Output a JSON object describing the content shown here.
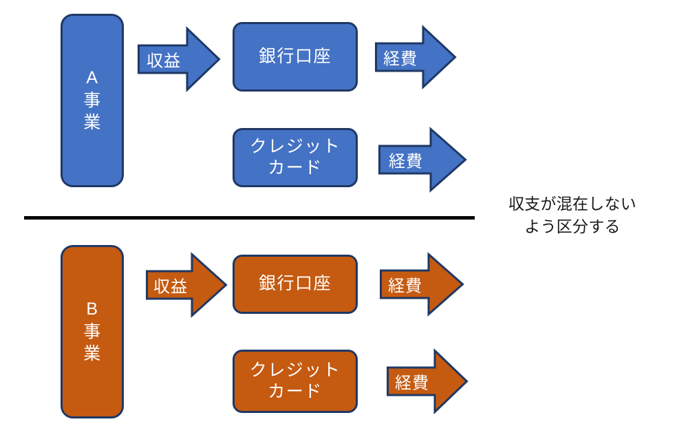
{
  "diagram": {
    "note": "収支が混在しない\nよう区分する",
    "divider_label": "section-divider",
    "sections": [
      {
        "id": "section-a",
        "color": "#4472C4",
        "border_color": "#1F3864",
        "business_box": "A\n事\n業",
        "revenue_arrow": "収益",
        "account_box": "銀行口座",
        "account_expense_arrow": "経費",
        "card_box": "クレジット\nカード",
        "card_expense_arrow": "経費"
      },
      {
        "id": "section-b",
        "color": "#C55A11",
        "border_color": "#1F3864",
        "business_box": "B\n事\n業",
        "revenue_arrow": "収益",
        "account_box": "銀行口座",
        "account_expense_arrow": "経費",
        "card_box": "クレジット\nカード",
        "card_expense_arrow": "経費"
      }
    ]
  }
}
